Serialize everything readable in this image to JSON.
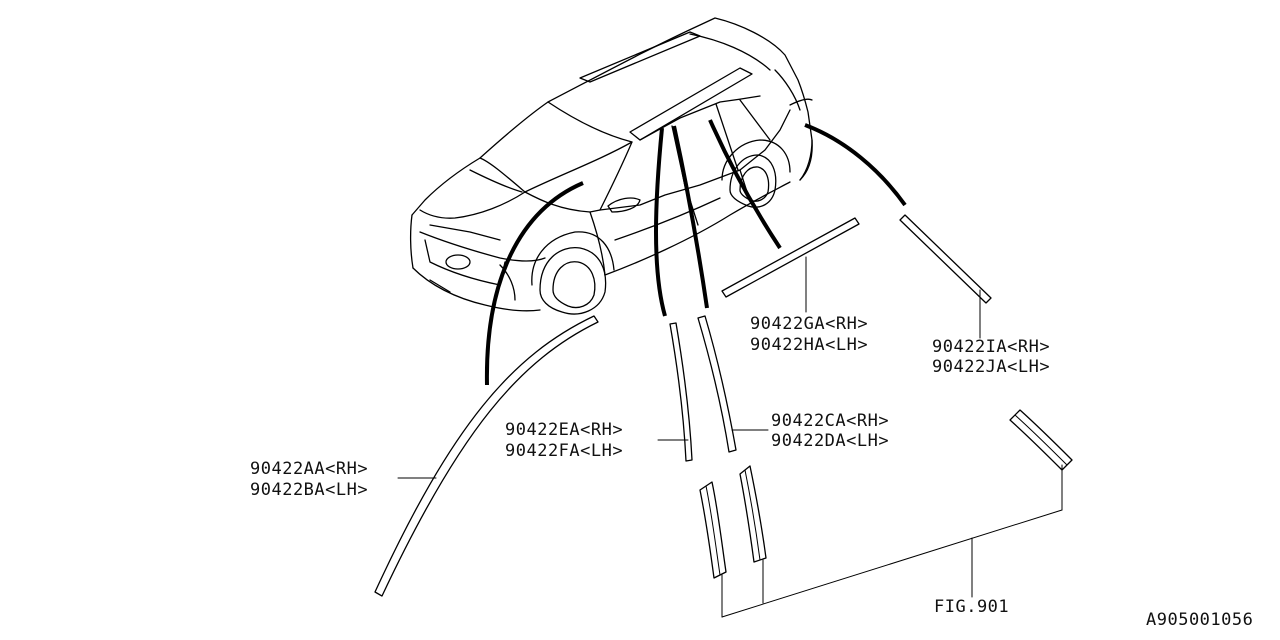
{
  "labels": {
    "part_aa": "90422AA<RH>",
    "part_ba": "90422BA<LH>",
    "part_ea": "90422EA<RH>",
    "part_fa": "90422FA<LH>",
    "part_ca": "90422CA<RH>",
    "part_da": "90422DA<LH>",
    "part_ga": "90422GA<RH>",
    "part_ha": "90422HA<LH>",
    "part_ia": "90422IA<RH>",
    "part_ja": "90422JA<LH>",
    "fig_ref": "FIG.901",
    "diagram_id": "A905001056"
  }
}
